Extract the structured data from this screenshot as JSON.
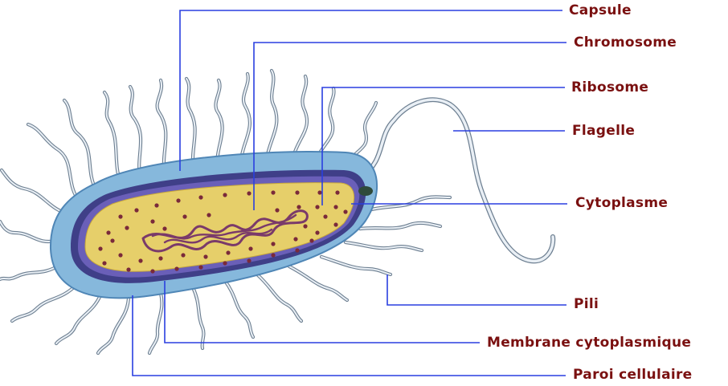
{
  "colors": {
    "label_text": "#7a1010",
    "leader_line": "#2a3fe0",
    "capsule": "#86b8dc",
    "capsule_edge": "#4f86b6",
    "wall": "#3f3f88",
    "membrane": "#6a5fb8",
    "cytoplasm": "#e6cf6a",
    "cytoplasm_edge": "#c9a93a",
    "ribosome": "#7a2a3a",
    "chromosome": "#7a3a6a",
    "appendage_fill": "#e9eff5",
    "appendage_edge": "#6d7f91"
  },
  "labels": {
    "capsule": "Capsule",
    "chromosome": "Chromosome",
    "ribosome": "Ribosome",
    "flagelle": "Flagelle",
    "cytoplasme": "Cytoplasme",
    "pili": "Pili",
    "membrane": "Membrane cytoplasmique",
    "paroi": "Paroi cellulaire"
  }
}
